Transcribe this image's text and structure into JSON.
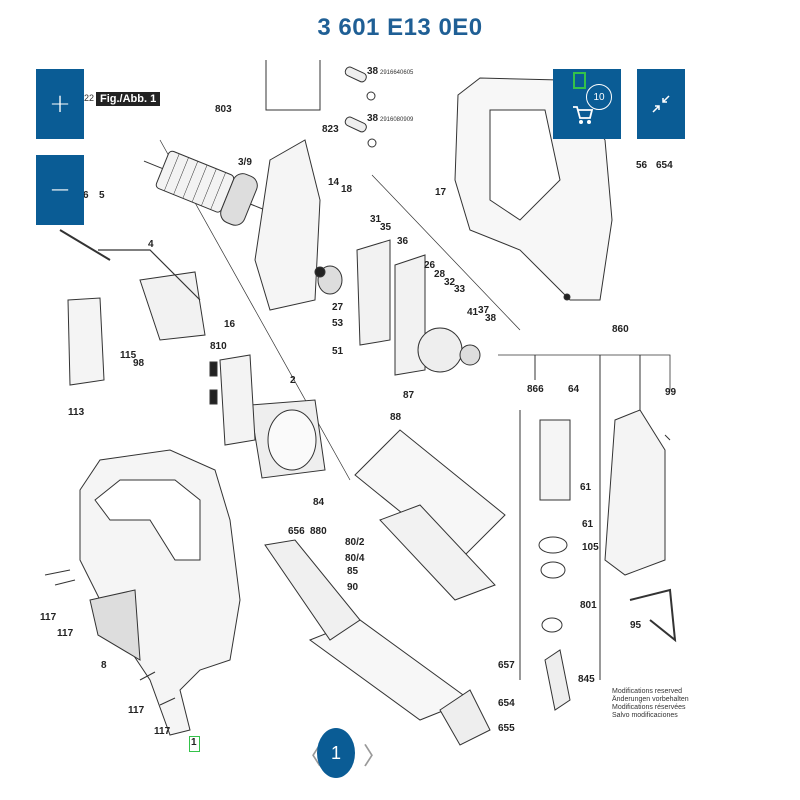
{
  "header": {
    "title": "3 601 E13 0E0"
  },
  "figure": {
    "label": "Fig./Abb. 1",
    "num": "22"
  },
  "controls": {
    "zoom_in": "+",
    "zoom_out": "−",
    "cart_count": "10",
    "collapse": "↙"
  },
  "parts": {
    "p803": "803",
    "p3_9": "3/9",
    "p823": "823",
    "p14": "14",
    "p18": "18",
    "p38a": "38",
    "p38a_code": "2916640605",
    "p38b": "38",
    "p38b_code": "2916080909",
    "p6": "6",
    "p5": "5",
    "p4": "4",
    "p31": "31",
    "p35": "35",
    "p36": "36",
    "p26": "26",
    "p28": "28",
    "p32": "32",
    "p33": "33",
    "p27": "27",
    "p53": "53",
    "p51": "51",
    "p41": "41",
    "p37": "37",
    "p38c": "38",
    "p17": "17",
    "p56": "56",
    "p654a": "654",
    "p16": "16",
    "p810": "810",
    "p115": "115",
    "p98": "98",
    "p113": "113",
    "p2": "2",
    "p87": "87",
    "p88": "88",
    "p84": "84",
    "p860": "860",
    "p866": "866",
    "p64": "64",
    "p99": "99",
    "p61a": "61",
    "p61b": "61",
    "p105": "105",
    "p656": "656",
    "p880": "880",
    "p80_2": "80/2",
    "p80_4": "80/4",
    "p85": "85",
    "p90": "90",
    "p801": "801",
    "p95": "95",
    "p117a": "117",
    "p117b": "117",
    "p117c": "117",
    "p117d": "117",
    "p8": "8",
    "p1": "1",
    "p657": "657",
    "p654b": "654",
    "p655": "655",
    "p845": "845"
  },
  "notice": {
    "line1": "Modifications reserved",
    "line2": "Änderungen vorbehalten",
    "line3": "Modifications réservées",
    "line4": "Salvo modificaciones"
  },
  "pager": {
    "prev": "〈",
    "current": "1",
    "next": "〉"
  },
  "colors": {
    "accent": "#0a5c95",
    "title": "#1f5f95",
    "highlight": "#34c24a"
  }
}
